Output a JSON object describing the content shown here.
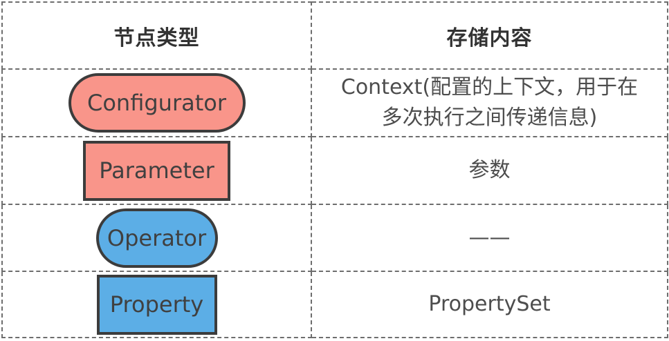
{
  "header": {
    "col1": "节点类型",
    "col2": "存储内容"
  },
  "rows": [
    {
      "node_label": "Configurator",
      "node_shape": "rounded-pill",
      "node_color": "#f9958a",
      "content_line1": "Context(配置的上下文，用于在",
      "content_line2": "多次执行之间传递信息)"
    },
    {
      "node_label": "Parameter",
      "node_shape": "rectangle",
      "node_color": "#f9958a",
      "content": "参数"
    },
    {
      "node_label": "Operator",
      "node_shape": "rounded-pill",
      "node_color": "#5caee6",
      "content": "——"
    },
    {
      "node_label": "Property",
      "node_shape": "rectangle",
      "node_color": "#5caee6",
      "content": "PropertySet"
    }
  ]
}
